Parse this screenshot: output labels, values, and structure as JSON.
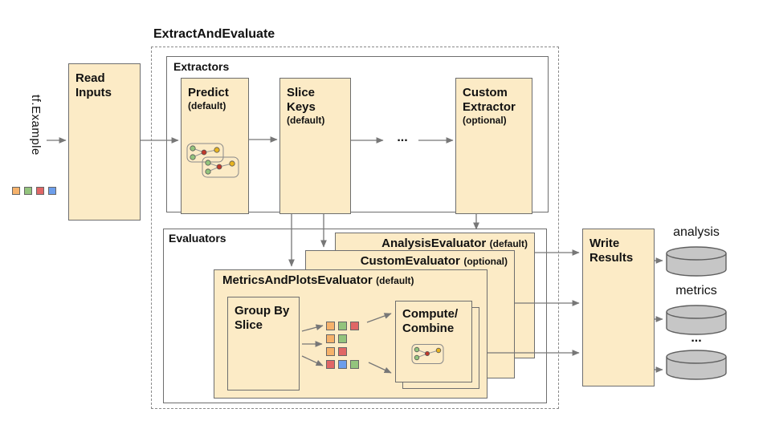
{
  "diagram": {
    "title": "ExtractAndEvaluate",
    "input_label": "tf.Example",
    "read_inputs_label": "Read Inputs",
    "write_results_label": "Write Results",
    "extractors": {
      "section_label": "Extractors",
      "predict": {
        "name": "Predict",
        "qualifier": "(default)"
      },
      "slice_keys": {
        "name": "Slice Keys",
        "qualifier": "(default)"
      },
      "ellipsis": "...",
      "custom_extractor": {
        "name": "Custom Extractor",
        "qualifier": "(optional)"
      }
    },
    "evaluators": {
      "section_label": "Evaluators",
      "analysis": {
        "name": "AnalysisEvaluator",
        "qualifier": "(default)"
      },
      "custom": {
        "name": "CustomEvaluator",
        "qualifier": "(optional)"
      },
      "metrics_and_plots": {
        "name": "MetricsAndPlotsEvaluator",
        "qualifier": "(default)"
      },
      "group_by_slice_label": "Group By Slice",
      "compute_combine_label": "Compute/ Combine"
    },
    "outputs": {
      "labels": [
        "analysis",
        "metrics",
        "..."
      ]
    },
    "swatches": {
      "input_row": [
        "orange",
        "green",
        "red",
        "blue"
      ],
      "slice_rows": [
        [
          "orange",
          "green",
          "red"
        ],
        [
          "orange",
          "green"
        ],
        [
          "orange",
          "red"
        ],
        [
          "red",
          "blue",
          "green"
        ]
      ]
    },
    "colors": {
      "box_fill": "#FCEBC6",
      "box_border": "#6E6E6E",
      "orange": "#F6B26B",
      "green": "#93C47D",
      "red": "#E06666",
      "blue": "#6D9EEB",
      "yellow_node": "#E8B420",
      "red_node": "#C0392B",
      "cylinder_fill": "#C6C6C6",
      "arrow": "#777777"
    }
  }
}
